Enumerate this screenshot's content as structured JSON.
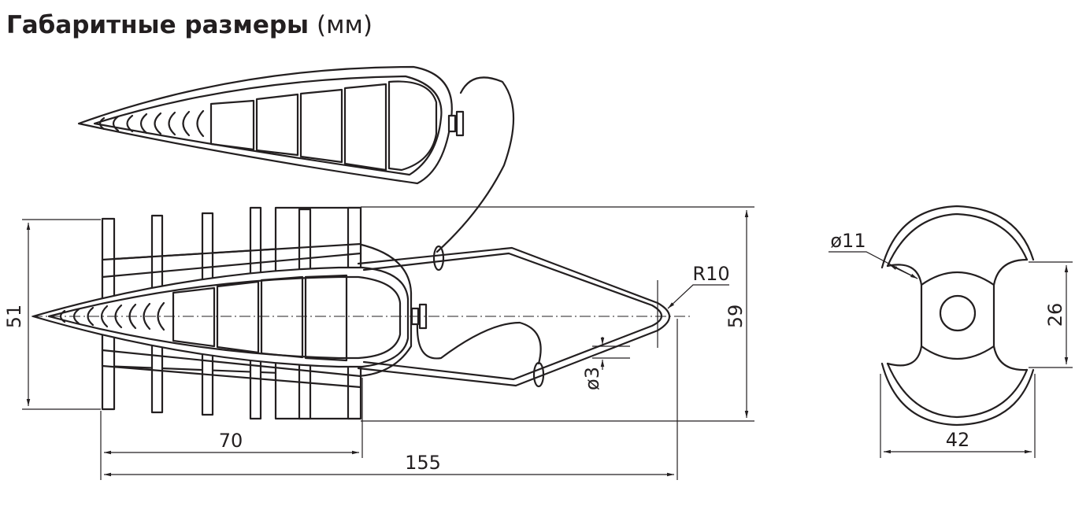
{
  "title": {
    "bold_text": "Габаритные размеры",
    "unit_text": "(мм)"
  },
  "dimensions": {
    "height_51": "51",
    "height_59": "59",
    "length_70": "70",
    "length_155": "155",
    "radius": "R10",
    "wire_diameter": "ø3",
    "hole_diameter": "ø11",
    "end_height": "26",
    "end_width": "42"
  },
  "colors": {
    "line": "#231f20",
    "background": "#ffffff"
  }
}
